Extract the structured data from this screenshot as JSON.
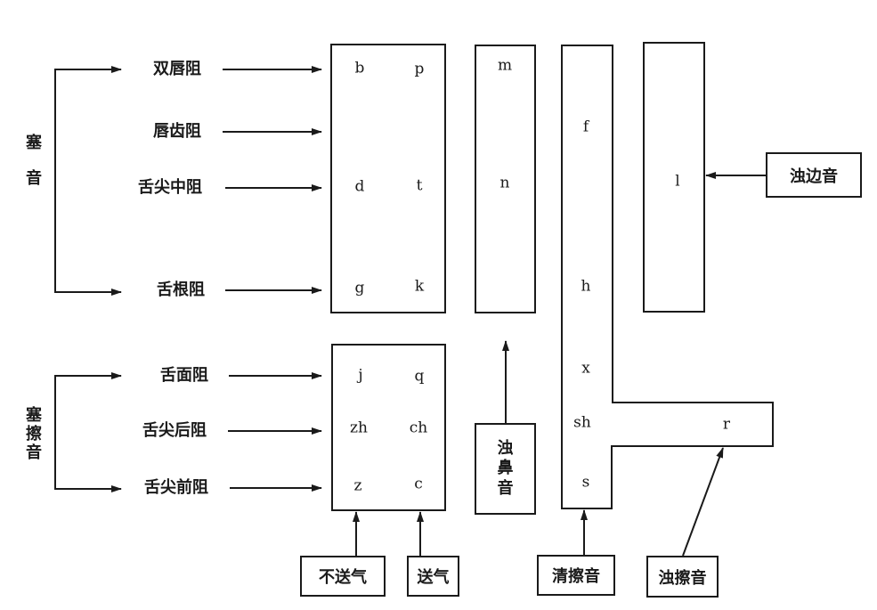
{
  "groups": {
    "stop": {
      "label_chars": [
        "塞",
        "音"
      ]
    },
    "affricate": {
      "label_chars": [
        "塞",
        "擦",
        "音"
      ]
    }
  },
  "places": {
    "bilabial": "双唇阻",
    "labiodental": "唇齿阻",
    "alveolar": "舌尖中阻",
    "velar": "舌根阻",
    "palatal": "舌面阻",
    "retroflex": "舌尖后阻",
    "dental": "舌尖前阻"
  },
  "consonants": {
    "b": "b",
    "p": "p",
    "d": "d",
    "t": "t",
    "g": "g",
    "k": "k",
    "m": "m",
    "n": "n",
    "f": "f",
    "h": "h",
    "x": "x",
    "sh": "sh",
    "s": "s",
    "r": "r",
    "l": "l",
    "j": "j",
    "q": "q",
    "zh": "zh",
    "ch": "ch",
    "z": "z",
    "c": "c"
  },
  "manner_boxes": {
    "voiced_lateral": "浊边音",
    "voiced_nasal_chars": [
      "浊",
      "鼻",
      "音"
    ],
    "unaspirated": "不送气",
    "aspirated": "送气",
    "voiceless_fricative": "清擦音",
    "voiced_fricative": "浊擦音"
  },
  "colors": {
    "ink": "#1a1a1a",
    "background": "#ffffff"
  }
}
